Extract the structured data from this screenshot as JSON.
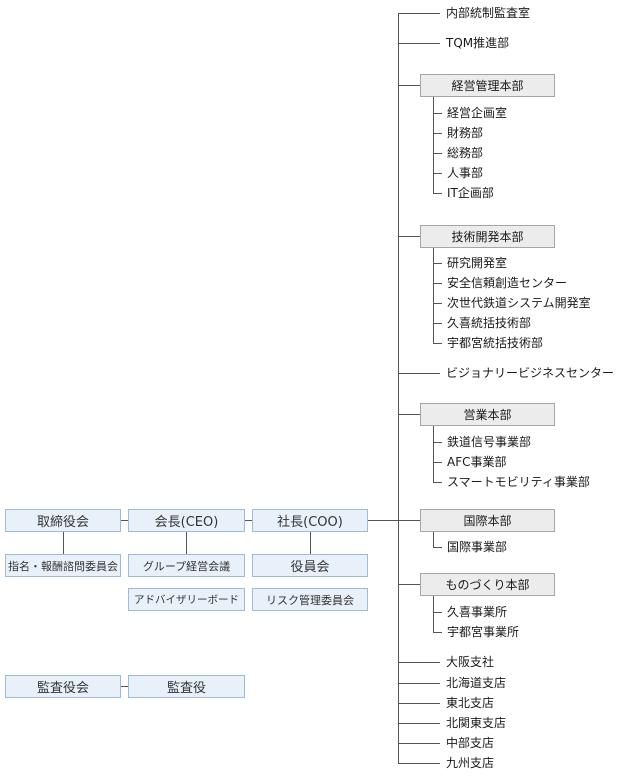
{
  "top_units": [
    "内部統制監査室",
    "TQM推進部"
  ],
  "hq_management": {
    "title": "経営管理本部",
    "depts": [
      "経営企画室",
      "財務部",
      "総務部",
      "人事部",
      "IT企画部"
    ]
  },
  "hq_technology": {
    "title": "技術開発本部",
    "depts": [
      "研究開発室",
      "安全信頼創造センター",
      "次世代鉄道システム開発室",
      "久喜統括技術部",
      "宇都宮統括技術部"
    ]
  },
  "visionary_center": "ビジョナリービジネスセンター",
  "hq_sales": {
    "title": "営業本部",
    "depts": [
      "鉄道信号事業部",
      "AFC事業部",
      "スマートモビリティ事業部"
    ]
  },
  "hq_international": {
    "title": "国際本部",
    "depts": [
      "国際事業部"
    ]
  },
  "hq_manufacturing": {
    "title": "ものづくり本部",
    "depts": [
      "久喜事業所",
      "宇都宮事業所"
    ]
  },
  "branches": [
    "大阪支社",
    "北海道支店",
    "東北支店",
    "北関東支店",
    "中部支店",
    "九州支店"
  ],
  "governance": {
    "board": "取締役会",
    "chairman": "会長(CEO)",
    "president": "社長(COO)",
    "nomination_committee": "指名・報酬諮問委員会",
    "group_council": "グループ経営会議",
    "advisory_board": "アドバイザリーボード",
    "officers_meeting": "役員会",
    "risk_committee": "リスク管理委員会",
    "audit_board": "監査役会",
    "auditor": "監査役"
  }
}
